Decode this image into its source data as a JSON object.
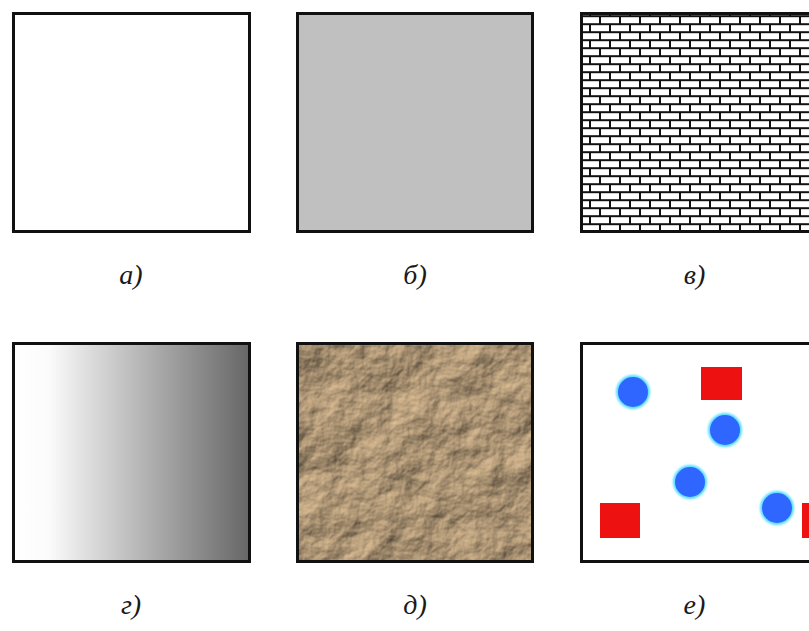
{
  "diagram": {
    "nodes": [
      {
        "text": [
          "а)"
        ]
      },
      {
        "text": [
          "б)"
        ]
      },
      {
        "text": [
          "в)"
        ]
      },
      {
        "text": [
          "г)"
        ]
      },
      {
        "text": [
          "д)"
        ]
      },
      {
        "text": [
          "е)"
        ]
      }
    ]
  }
}
